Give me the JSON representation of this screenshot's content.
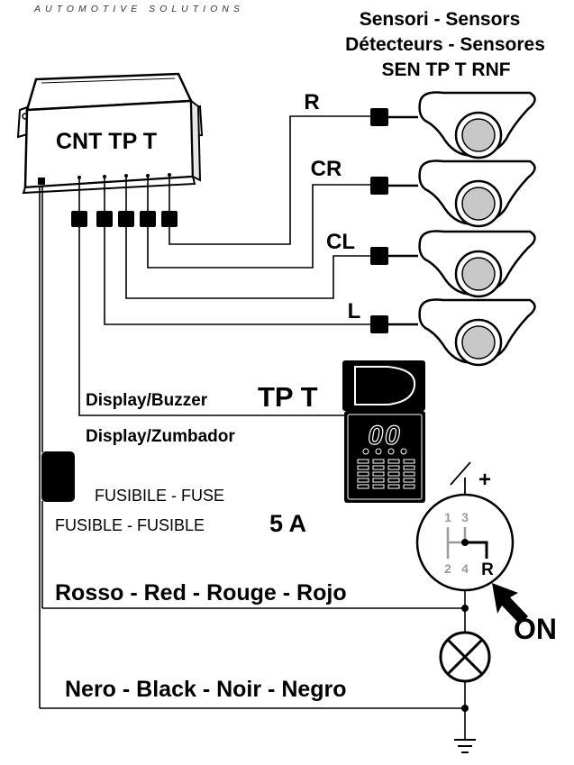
{
  "header": {
    "brand_tagline": "AUTOMOTIVE SOLUTIONS",
    "sensors_title_line1": "Sensori - Sensors",
    "sensors_title_line2": "Détecteurs - Sensores",
    "sensors_title_line3": "SEN TP T RNF"
  },
  "control_unit": {
    "label": "CNT TP T"
  },
  "sensors": [
    {
      "label": "R"
    },
    {
      "label": "CR"
    },
    {
      "label": "CL"
    },
    {
      "label": "L"
    }
  ],
  "display": {
    "label_line1_small": "Display/Buzzer",
    "label_line1_big": "TP T",
    "label_line2": "Display/Zumbador",
    "digits": "00"
  },
  "fuse": {
    "label_line1": "FUSIBILE - FUSE",
    "label_line2": "FUSIBLE - FUSIBLE",
    "rating": "5 A"
  },
  "wires": {
    "red_label": "Rosso - Red - Rouge - Rojo",
    "black_label": "Nero - Black - Noir - Negro"
  },
  "reverse_switch": {
    "plus": "+",
    "gear_1": "1",
    "gear_2": "2",
    "gear_3": "3",
    "gear_4": "4",
    "gear_r": "R",
    "on_label": "ON"
  },
  "colors": {
    "ink": "#000000",
    "paper": "#ffffff",
    "sensor_gray": "#c8c8c8",
    "gear_gray": "#9a9a9a"
  }
}
